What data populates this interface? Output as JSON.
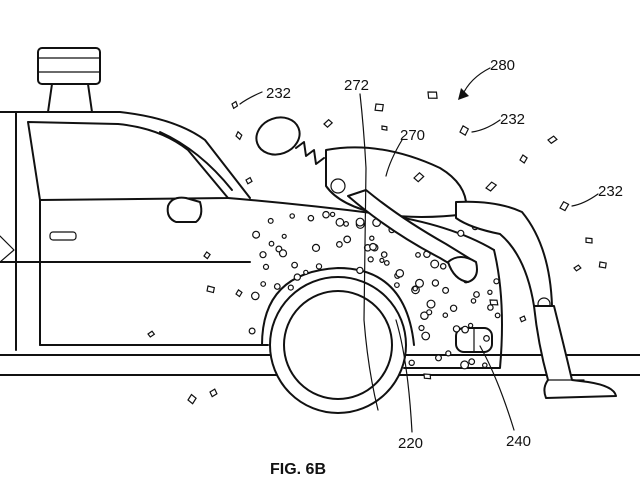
{
  "figure": {
    "caption": "FIG. 6B",
    "reference_numerals": {
      "fleet": "280",
      "adhesive_a": "232",
      "adhesive_b": "232",
      "adhesive_c": "232",
      "head_contact": "272",
      "pedestrian": "270",
      "hood": "220",
      "bumper": "240"
    }
  },
  "colors": {
    "ink": "#111111",
    "background": "#ffffff"
  }
}
